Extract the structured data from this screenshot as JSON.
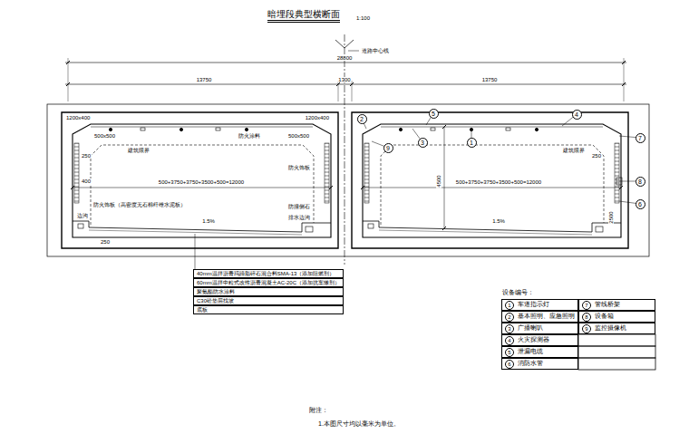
{
  "diagram": {
    "title": "暗埋段典型横断面",
    "nodes": [
      {
        "text": [
          "2"
        ]
      },
      {
        "text": [
          "5"
        ]
      },
      {
        "text": [
          "4"
        ]
      },
      {
        "text": [
          "7"
        ]
      },
      {
        "text": [
          "9"
        ]
      },
      {
        "text": [
          "3"
        ]
      },
      {
        "text": [
          "1"
        ]
      },
      {
        "text": [
          "8"
        ]
      },
      {
        "text": [
          "6"
        ]
      },
      {
        "text": [
          "40mm温拌沥青玛蹄脂碎石混合料SMA-13（添加阻燃剂）"
        ]
      },
      {
        "text": [
          "60mm温拌中粒式改性沥青混凝土AC-20C（添加抗车辙剂）"
        ]
      },
      {
        "text": [
          "聚氨酯防水涂料"
        ]
      },
      {
        "text": [
          "C30砼垫层找坡"
        ]
      },
      {
        "text": [
          "底板"
        ]
      },
      {
        "text": [
          "1",
          "车道指示灯"
        ]
      },
      {
        "text": [
          "7",
          "管线桥架"
        ]
      },
      {
        "text": [
          "2",
          "基本照明、应急照明"
        ]
      },
      {
        "text": [
          "8",
          "设备箱"
        ]
      },
      {
        "text": [
          "3",
          "广播喇叭"
        ]
      },
      {
        "text": [
          "9",
          "监控摄像机"
        ]
      },
      {
        "text": [
          "4",
          "火灾探测器"
        ]
      },
      {
        "text": [
          "5",
          "泄漏电缆"
        ]
      },
      {
        "text": [
          "6",
          "消防水管"
        ]
      }
    ],
    "labels": [
      "1:100",
      "道路中心线",
      "28800",
      "13750",
      "1300",
      "13750",
      "1200x400",
      "1200x400",
      "500x500",
      "建筑限界",
      "防火涂料",
      "500x500",
      "250",
      "防火饰板",
      "400",
      "500+3750+3750+3500+500=12000",
      "防火饰板（高密度无石棉纤维水泥板）",
      "防撞侧石",
      "边沟",
      "1.5%",
      "排水边沟",
      "250",
      "建筑限界",
      "4500",
      "500+3750+3750+3500+500=12000",
      "250",
      "2500",
      "1.5%",
      "设备编号：",
      "附注：",
      "1.本图尺寸均以毫米为单位。"
    ]
  }
}
